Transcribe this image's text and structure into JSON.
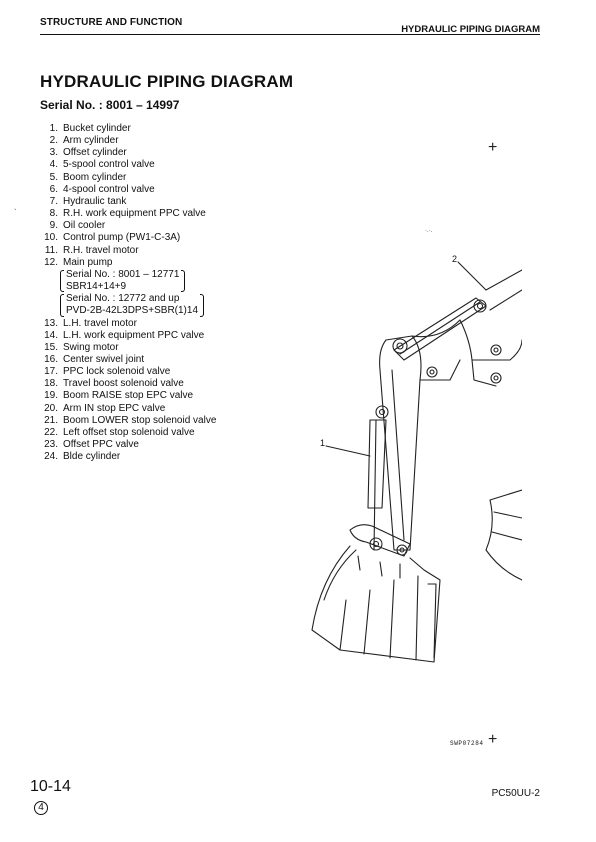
{
  "header": {
    "section": "STRUCTURE AND FUNCTION",
    "topic": "HYDRAULIC PIPING DIAGRAM"
  },
  "title": "HYDRAULIC PIPING DIAGRAM",
  "serial": "Serial No. : 8001 – 14997",
  "items": [
    {
      "num": "1.",
      "text": "Bucket cylinder"
    },
    {
      "num": "2.",
      "text": "Arm cylinder"
    },
    {
      "num": "3.",
      "text": "Offset cylinder"
    },
    {
      "num": "4.",
      "text": "5-spool control valve"
    },
    {
      "num": "5.",
      "text": "Boom cylinder"
    },
    {
      "num": "6.",
      "text": "4-spool control valve"
    },
    {
      "num": "7.",
      "text": "Hydraulic tank"
    },
    {
      "num": "8.",
      "text": "R.H. work equipment PPC valve"
    },
    {
      "num": "9.",
      "text": "Oil cooler"
    },
    {
      "num": "10.",
      "text": "Control pump (PW1-C-3A)"
    },
    {
      "num": "11.",
      "text": "R.H. travel motor"
    },
    {
      "num": "12.",
      "text": "Main pump"
    }
  ],
  "main_pump_sub": {
    "a_line1": "Serial No. : 8001 – 12771",
    "a_line2": "SBR14+14+9",
    "b_line1": "Serial No. : 12772 and up",
    "b_line2": "PVD-2B-42L3DPS+SBR(1)14"
  },
  "items2": [
    {
      "num": "13.",
      "text": "L.H. travel motor"
    },
    {
      "num": "14.",
      "text": "L.H. work equipment PPC valve"
    },
    {
      "num": "15.",
      "text": "Swing motor"
    },
    {
      "num": "16.",
      "text": "Center swivel joint"
    },
    {
      "num": "17.",
      "text": "PPC lock solenoid valve"
    },
    {
      "num": "18.",
      "text": "Travel boost solenoid valve"
    },
    {
      "num": "19.",
      "text": "Boom RAISE stop EPC valve"
    },
    {
      "num": "20.",
      "text": "Arm IN stop EPC valve"
    },
    {
      "num": "21.",
      "text": "Boom LOWER stop solenoid valve"
    },
    {
      "num": "22.",
      "text": "Left offset stop solenoid valve"
    },
    {
      "num": "23.",
      "text": "Offset PPC valve"
    },
    {
      "num": "24.",
      "text": "Blde cylinder"
    }
  ],
  "diagram": {
    "callout_1": "1",
    "callout_2": "2",
    "figure_id": "SWP07284"
  },
  "footer": {
    "page_number": "10-14",
    "revision": "4",
    "model": "PC50UU-2"
  }
}
